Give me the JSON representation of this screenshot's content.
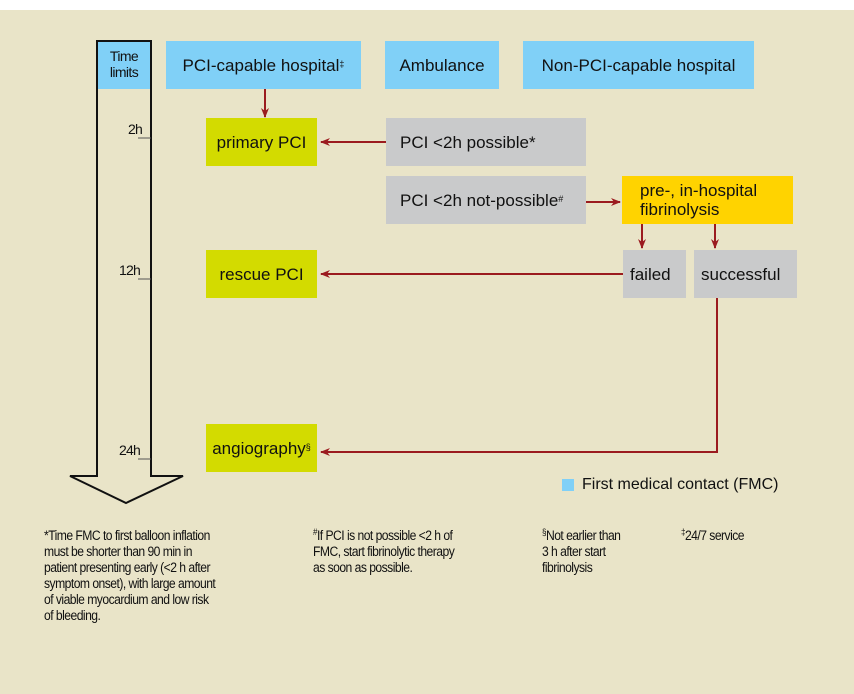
{
  "colors": {
    "background": "#e9e4c8",
    "fmc_blue": "#80d0f7",
    "treatment_green": "#d3db00",
    "decision_gray": "#c9cacb",
    "fibrinolysis_yellow": "#ffd300",
    "arrow_red": "#9b1b1f"
  },
  "timeline": {
    "header_line1": "Time",
    "header_line2": "limits",
    "ticks": [
      "2h",
      "12h",
      "24h"
    ]
  },
  "fmc_settings": {
    "pci_hospital": "PCI-capable hospital",
    "pci_hospital_mark": "‡",
    "ambulance": "Ambulance",
    "non_pci_hospital": "Non-PCI-capable hospital"
  },
  "treatments": {
    "primary_pci": "primary PCI",
    "rescue_pci": "rescue PCI",
    "angiography": "angiography",
    "angiography_mark": "§"
  },
  "decisions": {
    "pci_possible": "PCI <2h possible*",
    "pci_not_possible": "PCI <2h not-possible",
    "pci_not_possible_mark": "#",
    "failed": "failed",
    "successful": "successful"
  },
  "fibrinolysis": {
    "line1": "pre-, in-hospital",
    "line2": "fibrinolysis"
  },
  "legend": {
    "label": "First medical contact (FMC)"
  },
  "footnotes": {
    "star": {
      "lines": [
        "*Time FMC to first balloon inflation",
        "must be shorter than 90 min in",
        "patient presenting early (<2 h after",
        "symptom onset), with large amount",
        "of viable myocardium and low risk",
        "of bleeding."
      ]
    },
    "hash": {
      "mark": "#",
      "lines": [
        "If PCI is not possible <2 h  of",
        "FMC, start fibrinolytic therapy",
        "as soon as possible."
      ]
    },
    "section": {
      "mark": "§",
      "lines": [
        "Not earlier than",
        "3 h after start",
        "fibrinolysis"
      ]
    },
    "dagger": {
      "mark": "‡",
      "lines": [
        "24/7 service"
      ]
    }
  }
}
